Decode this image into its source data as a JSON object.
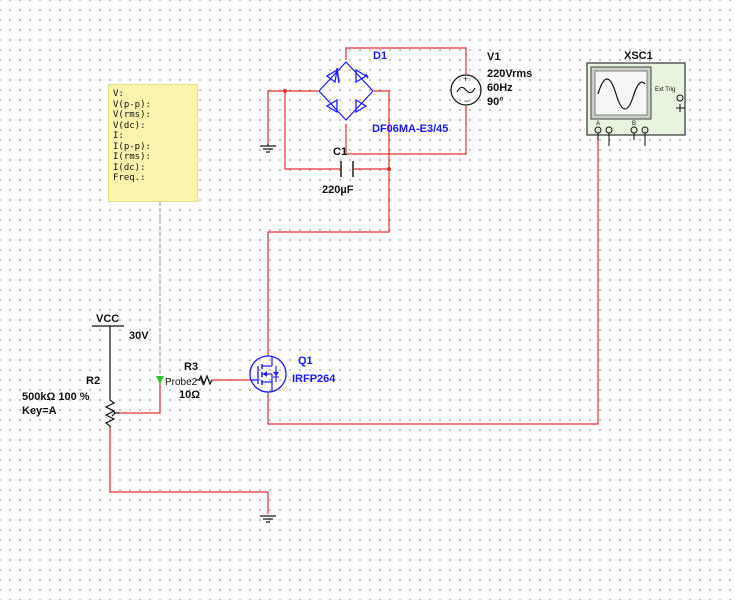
{
  "probe_readout": {
    "lines": [
      "V:",
      "V(p-p):",
      "V(rms):",
      "V(dc):",
      "I:",
      "I(p-p):",
      "I(rms):",
      "I(dc):",
      "Freq.:"
    ]
  },
  "components": {
    "d1": {
      "ref": "D1",
      "model": "DF06MA-E3/45"
    },
    "v1": {
      "ref": "V1",
      "amplitude": "220Vrms",
      "frequency": "60Hz",
      "phase": "90°"
    },
    "c1": {
      "ref": "C1",
      "value": "220µF"
    },
    "xsc1": {
      "ref": "XSC1",
      "ext_trig": "Ext Trig",
      "channel_a": "A",
      "channel_b": "B"
    },
    "vcc": {
      "ref": "VCC",
      "value": "30V"
    },
    "r2": {
      "ref": "R2",
      "value": "500kΩ 100 %",
      "key": "Key=A"
    },
    "r3": {
      "ref": "R3",
      "value": "10Ω"
    },
    "probe": {
      "label": "Probe2"
    },
    "q1": {
      "ref": "Q1",
      "model": "IRFP264"
    }
  },
  "colors": {
    "wire": "#e03030",
    "label_blue": "#1a1aff",
    "probe_box": "#fbf3ae",
    "scope_screen": "#c8d0c8",
    "scope_body": "#e9f4e0",
    "probe_marker": "#2ec02e"
  }
}
